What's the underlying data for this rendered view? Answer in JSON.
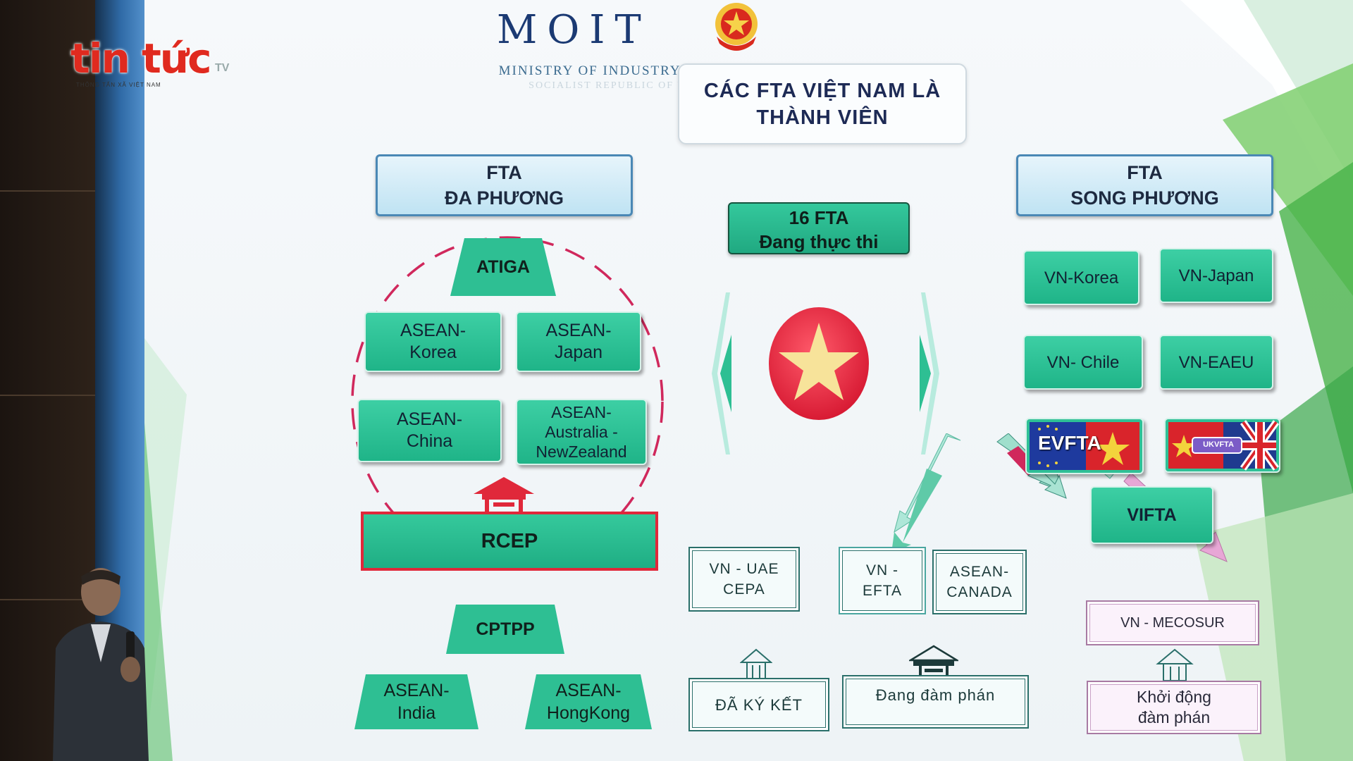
{
  "watermark": {
    "brand": "tin tức",
    "tv": "TV",
    "tagline": "THÔNG TẤN XÃ VIỆT NAM"
  },
  "header": {
    "moit": "MOIT",
    "ministry": "MINISTRY OF INDUSTRY AND TRADE",
    "socialist": "SOCIALIST REPUBLIC OF VIETNAM"
  },
  "title": "CÁC FTA VIỆT NAM LÀ\nTHÀNH VIÊN",
  "center_status": {
    "line1": "16 FTA",
    "line2": "Đang thực thi"
  },
  "multilateral": {
    "header": "FTA\nĐA PHƯƠNG",
    "atiga": "ATIGA",
    "asean_korea": "ASEAN-\nKorea",
    "asean_japan": "ASEAN-\nJapan",
    "asean_china": "ASEAN-\nChina",
    "asean_anz": "ASEAN-\nAustralia -\nNewZealand",
    "rcep": "RCEP",
    "cptpp": "CPTPP",
    "asean_india": "ASEAN-\nIndia",
    "asean_hongkong": "ASEAN-\nHongKong"
  },
  "bilateral": {
    "header": "FTA\nSONG PHƯƠNG",
    "vn_korea": "VN-Korea",
    "vn_japan": "VN-Japan",
    "vn_chile": "VN- Chile",
    "vn_eaeu": "VN-EAEU",
    "evfta": "EVFTA",
    "ukvfta": "UKVFTA",
    "vifta": "VIFTA"
  },
  "pending": {
    "vn_uae": "VN - UAE\nCEPA",
    "vn_efta": "VN -\nEFTA",
    "asean_canada": "ASEAN-\nCANADA",
    "vn_mercosur": "VN - MECOSUR"
  },
  "legend": {
    "signed": "ĐÃ KÝ KẾT",
    "negotiating": "Đang đàm phán",
    "launching": "Khởi động\nđàm phán"
  },
  "colors": {
    "green": "#2fc096",
    "red": "#e0283a",
    "navy": "#1b3a73",
    "pink": "#e8a7d6"
  }
}
